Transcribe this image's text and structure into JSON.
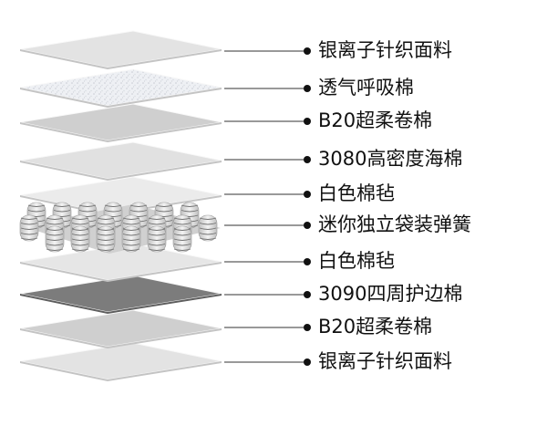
{
  "layers": [
    {
      "id": "l1",
      "label": "银离子针织面料",
      "style": "plain",
      "color": "#e3e3e3"
    },
    {
      "id": "l2",
      "label": "透气呼吸棉",
      "style": "textured",
      "color": "#eef0f4"
    },
    {
      "id": "l3",
      "label": "B20超柔卷棉",
      "style": "plain",
      "color": "#cfcfcf"
    },
    {
      "id": "l4",
      "label": "3080高密度海棉",
      "style": "plain",
      "color": "#e1e1e1"
    },
    {
      "id": "l5",
      "label": "白色棉毡",
      "style": "plain",
      "color": "#ebebeb"
    },
    {
      "id": "l6",
      "label": "迷你独立袋装弹簧",
      "style": "springs",
      "color": "#dadada"
    },
    {
      "id": "l7",
      "label": "白色棉毡",
      "style": "plain",
      "color": "#e6e6e6"
    },
    {
      "id": "l8",
      "label": "3090四周护边棉",
      "style": "plain",
      "color": "#7c7c7c"
    },
    {
      "id": "l9",
      "label": "B20超柔卷棉",
      "style": "plain",
      "color": "#cfcfcf"
    },
    {
      "id": "l10",
      "label": "银离子针织面料",
      "style": "plain",
      "color": "#e3e3e3"
    }
  ],
  "colors": {
    "leader_line": "#333333",
    "dot": "#111111",
    "text": "#111111"
  }
}
